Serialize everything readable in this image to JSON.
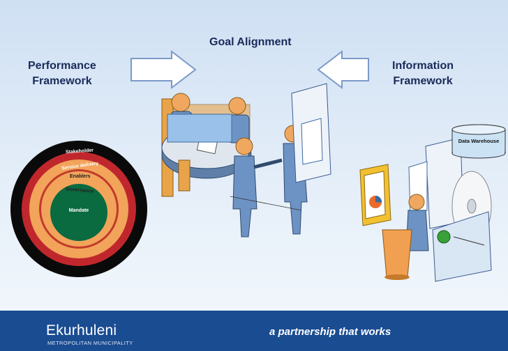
{
  "slide": {
    "title": "Goal Alignment",
    "left_label": [
      "Performance",
      "Framework"
    ],
    "right_label": [
      "Information",
      "Framework"
    ],
    "data_warehouse_label": "Data Warehouse"
  },
  "rings": {
    "labels": [
      "Stakeholder",
      "Service delivery",
      "Enablers",
      "Governance",
      "Mandate"
    ],
    "colors": [
      "#0a0a0a",
      "#c0272d",
      "#f2a45a",
      "#c23a2c",
      "#f2a45a",
      "#0a6a40"
    ]
  },
  "footer": {
    "brand_name": "Ekurhuleni",
    "brand_subtitle": "METROPOLITAN MUNICIPALITY",
    "tagline": "a partnership that works",
    "background_color": "#1a4c92"
  },
  "icons": {
    "arrows": [
      "right-arrow-icon",
      "left-arrow-icon"
    ],
    "logo": "ekurhuleni-logo-icon"
  }
}
